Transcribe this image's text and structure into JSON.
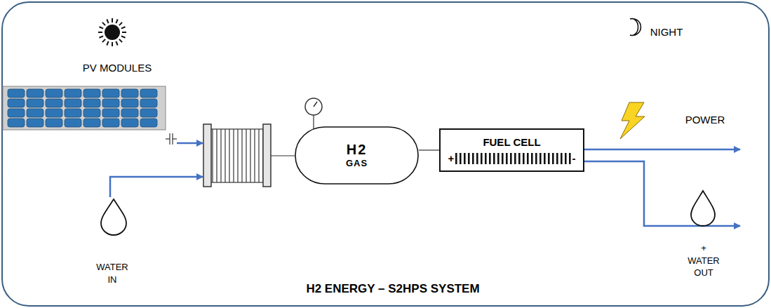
{
  "diagram": {
    "title": "H2 ENERGY – S2HPS SYSTEM",
    "nodes": [
      {
        "text": [
          "PV MODULES"
        ]
      },
      {
        "text": [
          "H2",
          "GAS"
        ]
      },
      {
        "text": [
          "FUEL CELL",
          "+",
          "-"
        ]
      }
    ],
    "edges": [
      {
        "from": 1,
        "to": 2,
        "arrow": "none"
      }
    ],
    "labels": [
      "NIGHT",
      "POWER",
      "WATER IN",
      "+ WATER OUT"
    ]
  }
}
